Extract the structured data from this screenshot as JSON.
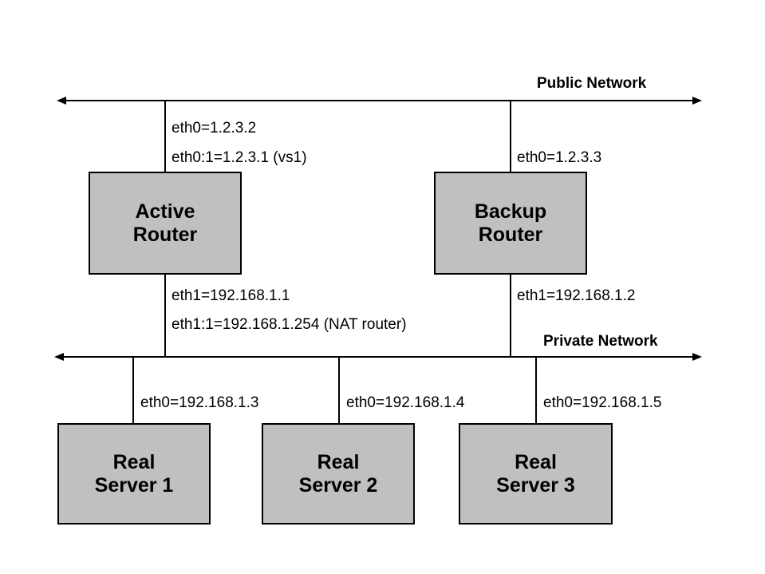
{
  "diagram": {
    "title_public": "Public Network",
    "title_private": "Private Network",
    "colors": {
      "node_fill": "#c0c0c0",
      "stroke": "#000000",
      "background": "#ffffff"
    }
  },
  "buses": [
    {
      "name": "public-network-bus",
      "label": "Public Network"
    },
    {
      "name": "private-network-bus",
      "label": "Private Network"
    }
  ],
  "routers": [
    {
      "id": "active-router",
      "line1": "Active",
      "line2": "Router",
      "public_ifaces": [
        "eth0=1.2.3.2",
        "eth0:1=1.2.3.1 (vs1)"
      ],
      "private_ifaces": [
        "eth1=192.168.1.1",
        "eth1:1=192.168.1.254 (NAT router)"
      ]
    },
    {
      "id": "backup-router",
      "line1": "Backup",
      "line2": "Router",
      "public_ifaces": [
        "eth0=1.2.3.3"
      ],
      "private_ifaces": [
        "eth1=192.168.1.2"
      ]
    }
  ],
  "servers": [
    {
      "id": "real-server-1",
      "line1": "Real",
      "line2": "Server 1",
      "iface": "eth0=192.168.1.3"
    },
    {
      "id": "real-server-2",
      "line1": "Real",
      "line2": "Server 2",
      "iface": "eth0=192.168.1.4"
    },
    {
      "id": "real-server-3",
      "line1": "Real",
      "line2": "Server 3",
      "iface": "eth0=192.168.1.5"
    }
  ]
}
